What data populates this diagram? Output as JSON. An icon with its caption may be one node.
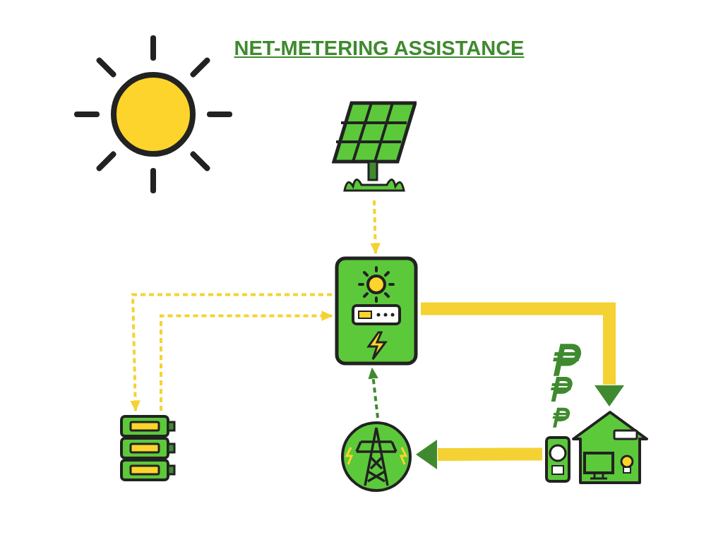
{
  "diagram": {
    "title": "NET-METERING ASSISTANCE",
    "nodes": [
      {
        "text": [],
        "shape": "picture"
      },
      {
        "text": [],
        "shape": "picture"
      },
      {
        "text": [],
        "shape": "picture"
      },
      {
        "text": [],
        "shape": "picture"
      },
      {
        "text": [],
        "shape": "picture"
      }
    ],
    "edges": [
      {
        "from": 0,
        "to": 1,
        "arrow": "to",
        "style": "dashed"
      },
      {
        "from": 1,
        "to": 2,
        "arrow": "to",
        "style": "dashed"
      },
      {
        "from": 2,
        "to": 1,
        "arrow": "to",
        "style": "dashed"
      },
      {
        "from": 1,
        "to": 4,
        "arrow": "to",
        "style": "thick"
      },
      {
        "from": 4,
        "to": 3,
        "arrow": "to",
        "style": "thick"
      },
      {
        "from": 3,
        "to": 1,
        "arrow": "to",
        "style": "dashed",
        "color": "#3f8a2f"
      }
    ]
  }
}
